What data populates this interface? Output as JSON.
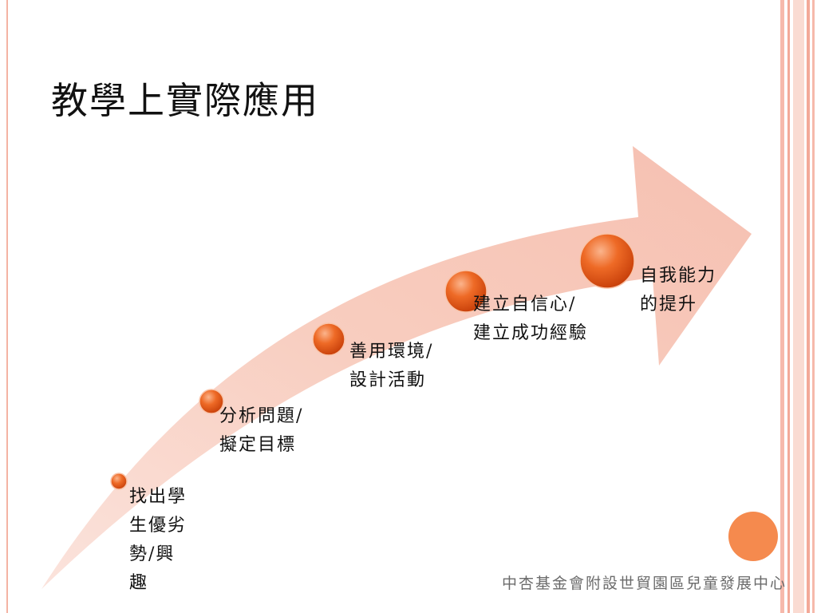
{
  "slide": {
    "title": "教學上實際應用",
    "footer": "中杏基金會附設世貿園區兒童發展中心"
  },
  "diagram": {
    "type": "process-arrow",
    "steps": [
      {
        "lines": [
          "找出學",
          "生優劣",
          "勢/興",
          "趣"
        ]
      },
      {
        "lines": [
          "分析問題/",
          "擬定目標"
        ]
      },
      {
        "lines": [
          "善用環境/",
          "設計活動"
        ]
      },
      {
        "lines": [
          "建立自信心/",
          "建立成功經驗"
        ]
      },
      {
        "lines": [
          "自我能力",
          "的提升"
        ]
      }
    ]
  },
  "colors": {
    "arrow_fill": "#f7c9bd",
    "node_orange": "#e8500e",
    "stripe_pink": "#f3a998",
    "accent_circle": "#f58a4e"
  }
}
